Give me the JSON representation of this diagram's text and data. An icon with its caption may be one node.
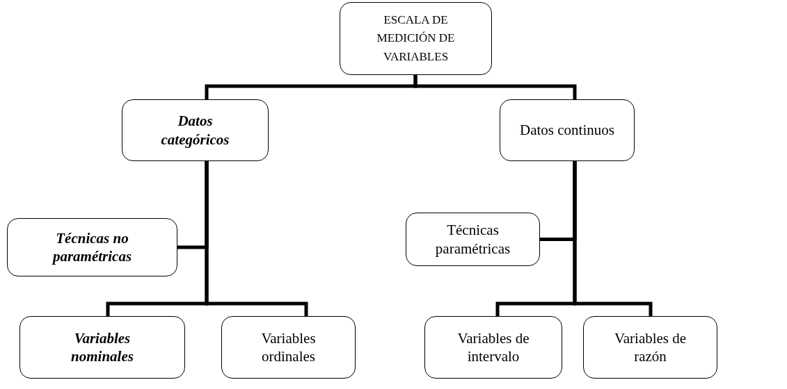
{
  "diagram": {
    "nodes": [
      {
        "text": [
          "ESCALA DE MEDICIÓN DE VARIABLES"
        ]
      },
      {
        "text": [
          "Datos categóricos"
        ]
      },
      {
        "text": [
          "Datos continuos"
        ]
      },
      {
        "text": [
          "Técnicas no paramétricas"
        ]
      },
      {
        "text": [
          "Técnicas paramétricas"
        ]
      },
      {
        "text": [
          "Variables nominales"
        ]
      },
      {
        "text": [
          "Variables ordinales"
        ]
      },
      {
        "text": [
          "Variables de intervalo"
        ]
      },
      {
        "text": [
          "Variables de razón"
        ]
      }
    ],
    "edges": [
      {
        "from": 0,
        "to": 1,
        "arrow": "none"
      },
      {
        "from": 0,
        "to": 2,
        "arrow": "none"
      },
      {
        "from": 1,
        "to": 3,
        "arrow": "none"
      },
      {
        "from": 1,
        "to": 5,
        "arrow": "none"
      },
      {
        "from": 1,
        "to": 6,
        "arrow": "none"
      },
      {
        "from": 2,
        "to": 4,
        "arrow": "none"
      },
      {
        "from": 2,
        "to": 7,
        "arrow": "none"
      },
      {
        "from": 2,
        "to": 8,
        "arrow": "none"
      }
    ]
  }
}
